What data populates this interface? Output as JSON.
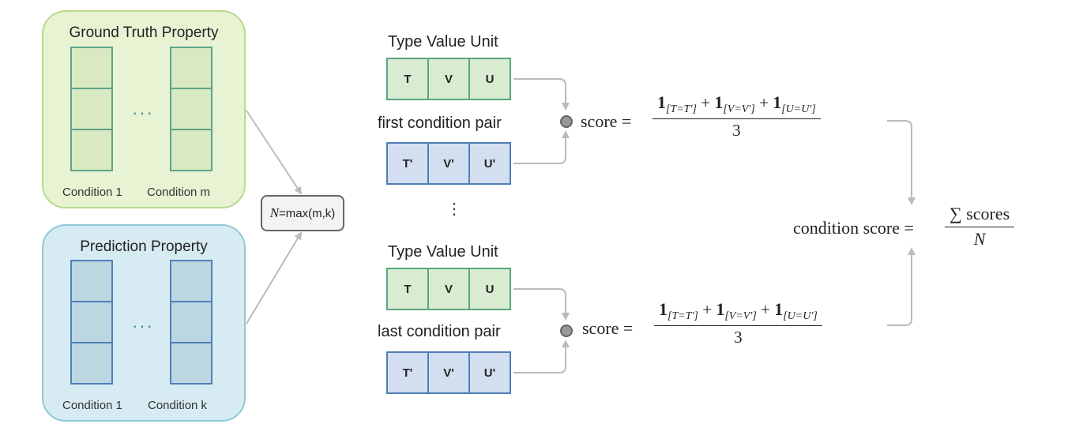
{
  "ground_truth": {
    "title": "Ground Truth Property",
    "dots": "···",
    "cond_first": "Condition 1",
    "cond_last": "Condition m"
  },
  "prediction": {
    "title": "Prediction Property",
    "dots": "···",
    "cond_first": "Condition 1",
    "cond_last": "Condition k"
  },
  "n_box": {
    "var": "N",
    "text": "=max(m,k)"
  },
  "first_pair": {
    "header": "Type Value Unit",
    "label": "first condition pair",
    "gt_cells": [
      "T",
      "V",
      "U"
    ],
    "pred_cells": [
      "T'",
      "V'",
      "U'"
    ]
  },
  "ellipsis": "⋮",
  "last_pair": {
    "header": "Type Value Unit",
    "label": "last condition pair",
    "gt_cells": [
      "T",
      "V",
      "U"
    ],
    "pred_cells": [
      "T'",
      "V'",
      "U'"
    ]
  },
  "score_formula": {
    "lhs": "score =",
    "numerator_terms": [
      "T=T′",
      "V=V′",
      "U=U′"
    ],
    "indicator": "1",
    "denominator": "3"
  },
  "condition_score": {
    "lhs": "condition score =",
    "numerator": "∑ scores",
    "denominator": "N"
  }
}
